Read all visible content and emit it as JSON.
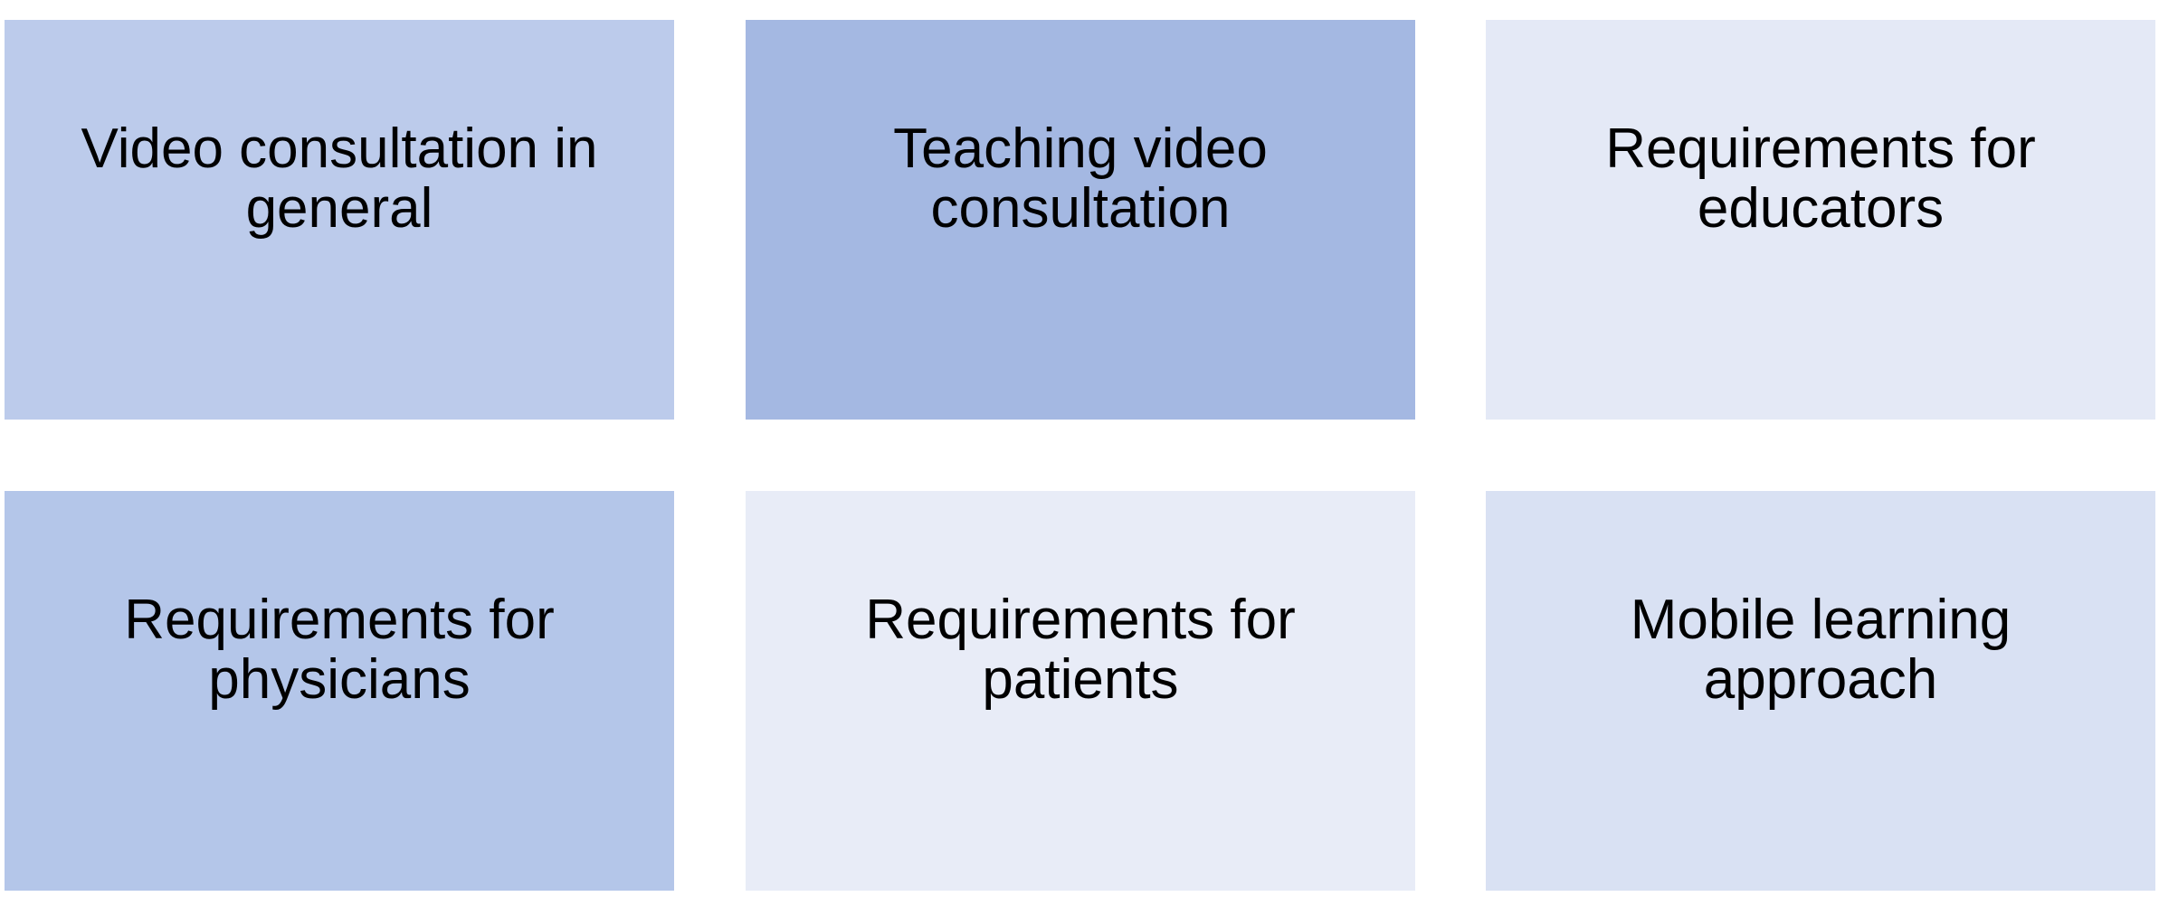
{
  "tiles": [
    {
      "label": "Video consultation in\ngeneral",
      "color": "#bccbeb"
    },
    {
      "label": "Teaching video\nconsultation",
      "color": "#a4b8e2"
    },
    {
      "label": "Requirements for\neducators",
      "color": "#e4e9f6"
    },
    {
      "label": "Requirements for\nphysicians",
      "color": "#b4c6e9"
    },
    {
      "label": "Requirements for\npatients",
      "color": "#e8ecf7"
    },
    {
      "label": "Mobile learning\napproach",
      "color": "#d9e1f3"
    }
  ]
}
